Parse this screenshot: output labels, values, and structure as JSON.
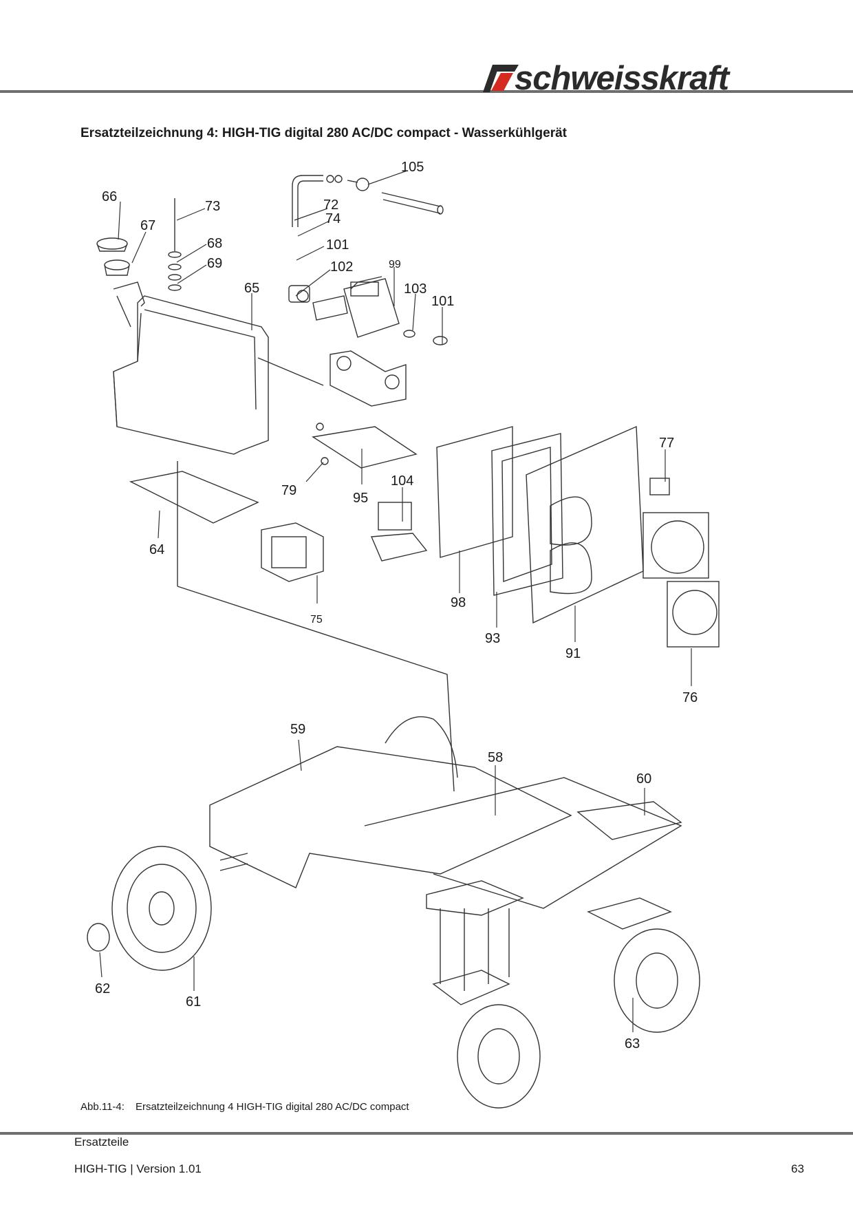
{
  "brand": {
    "logo_text": "schweisskraft",
    "accent_color": "#d42a1f",
    "dark_color": "#2b2b2b"
  },
  "title": "Ersatzteilzeichnung 4: HIGH-TIG digital 280 AC/DC compact - Wasserkühlgerät",
  "callouts": [
    "105",
    "66",
    "73",
    "72",
    "74",
    "67",
    "68",
    "101",
    "69",
    "102",
    "99",
    "65",
    "103",
    "101",
    "77",
    "104",
    "79",
    "95",
    "64",
    "98",
    "75",
    "93",
    "91",
    "76",
    "59",
    "58",
    "60",
    "62",
    "61",
    "63"
  ],
  "caption": {
    "label": "Abb.11-4:",
    "text": "Ersatzteilzeichnung 4 HIGH-TIG digital 280 AC/DC compact"
  },
  "footer": {
    "section": "Ersatzteile",
    "document": "HIGH-TIG | Version 1.01",
    "page": "63"
  }
}
